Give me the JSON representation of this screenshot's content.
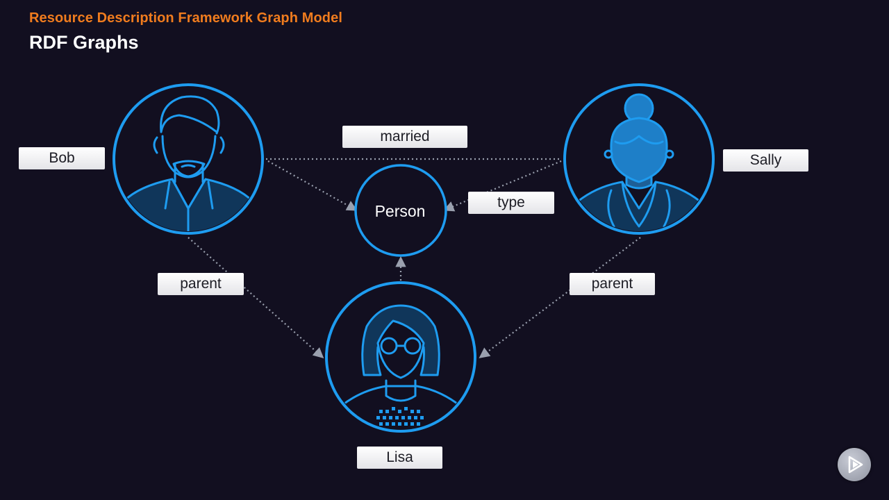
{
  "header": {
    "kicker": "Resource Description Framework Graph Model",
    "title": "RDF Graphs"
  },
  "nodes": {
    "bob": {
      "label": "Bob",
      "icon": "man-beard-icon"
    },
    "sally": {
      "label": "Sally",
      "icon": "woman-bun-icon"
    },
    "lisa": {
      "label": "Lisa",
      "icon": "girl-glasses-icon"
    },
    "person": {
      "label": "Person"
    }
  },
  "edges": {
    "married": "married",
    "type": "type",
    "parent_bob": "parent",
    "parent_sally": "parent"
  },
  "colors": {
    "background": "#120f20",
    "accent_orange": "#f07c1e",
    "node_blue": "#1e9cf0",
    "edge_grey": "#9aa0ae"
  },
  "logo": {
    "icon": "play-logo-icon"
  }
}
